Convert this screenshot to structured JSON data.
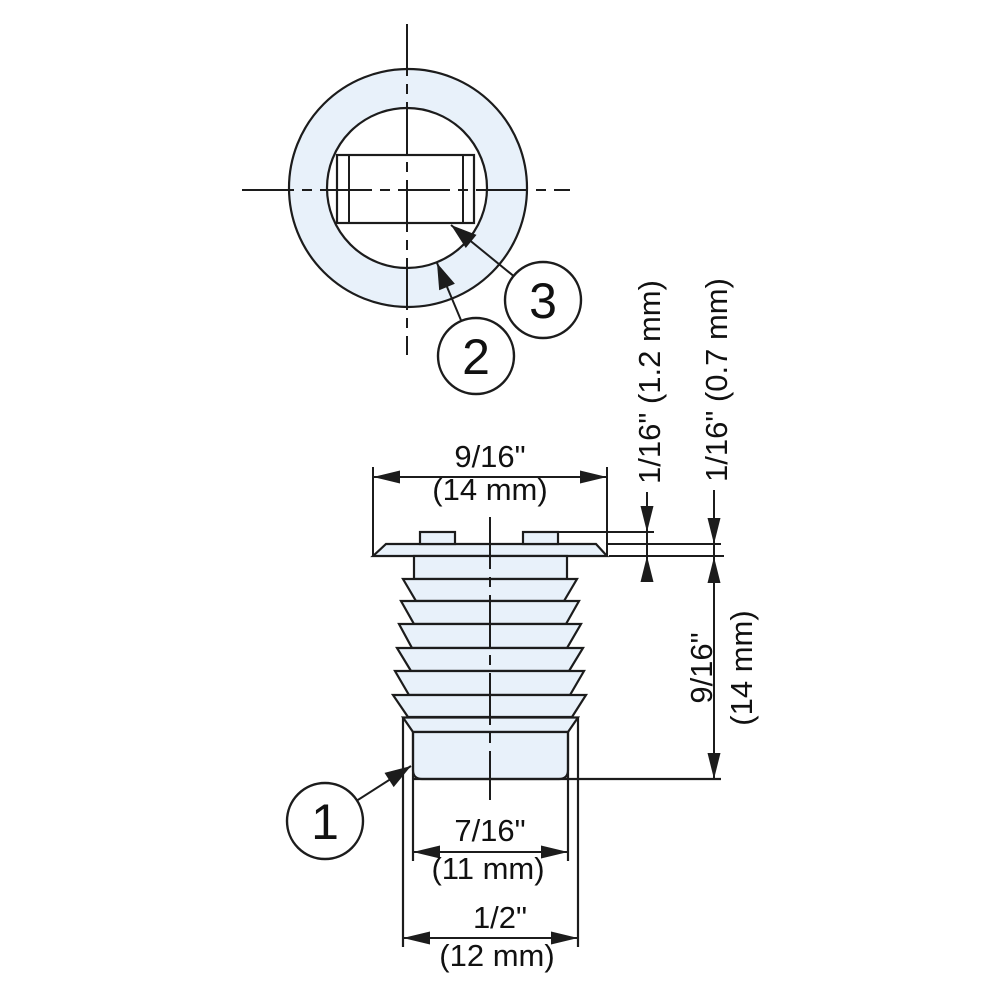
{
  "balloons": {
    "one": "1",
    "two": "2",
    "three": "3"
  },
  "dimensions": {
    "flange_width_in": "9/16\"",
    "flange_width_mm": "(14 mm)",
    "tab_to_flange": "1/16\" (1.2 mm)",
    "flange_thickness": "1/16\" (0.7 mm)",
    "insert_depth_in": "9/16\"",
    "insert_depth_mm": "(14 mm)",
    "tip_dia_in": "7/16\"",
    "tip_dia_mm": "(11 mm)",
    "base_dia_in": "1/2\"",
    "base_dia_mm": "(12 mm)"
  },
  "colors": {
    "part_fill": "#e8f1fa",
    "line": "#1c1c1c",
    "background": "#ffffff"
  }
}
